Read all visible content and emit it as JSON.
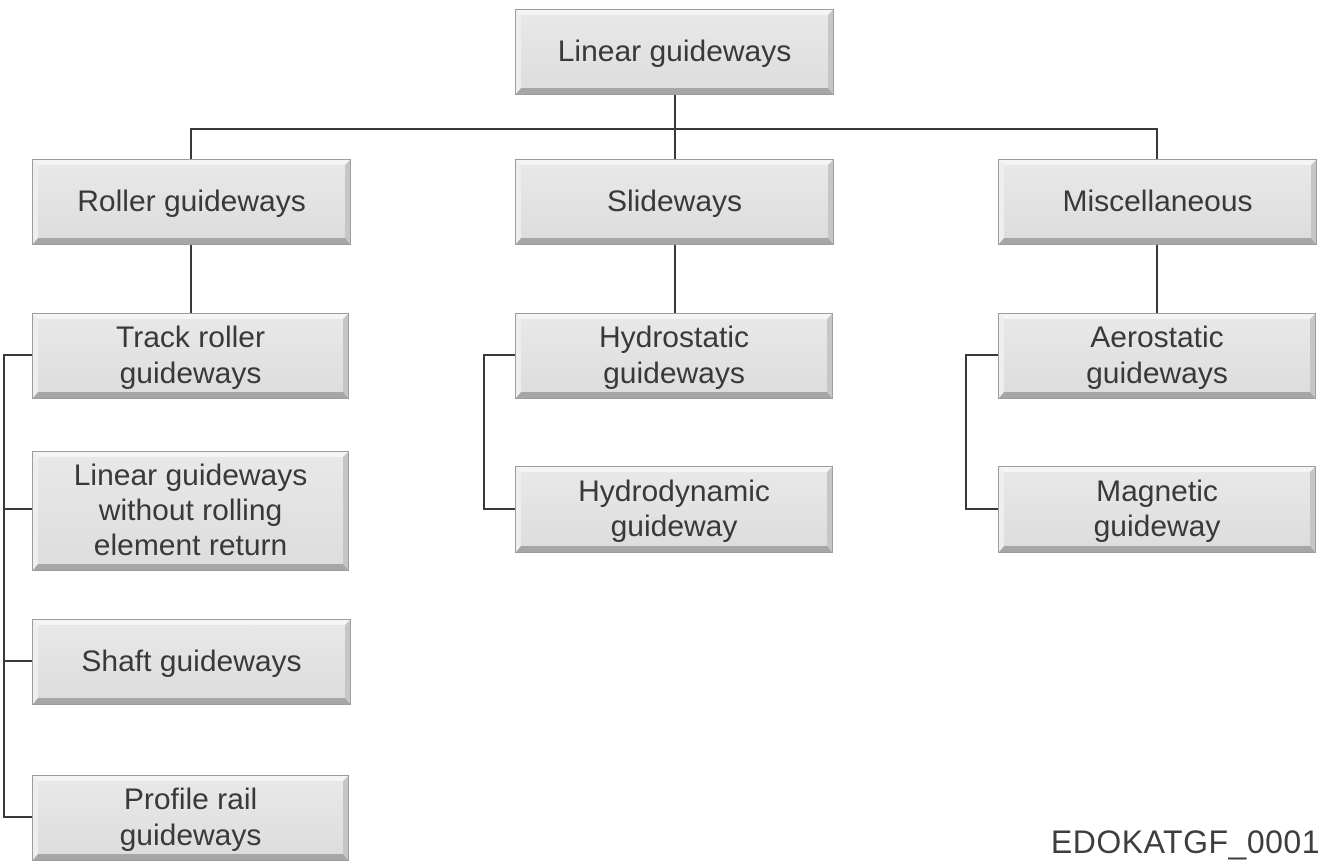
{
  "diagram": {
    "root": {
      "label": "Linear guideways"
    },
    "branches": [
      {
        "label": "Roller guideways",
        "children": [
          {
            "label": "Track roller guideways"
          },
          {
            "label": "Linear guideways without rolling element return"
          },
          {
            "label": "Shaft guideways"
          },
          {
            "label": "Profile rail guideways"
          }
        ]
      },
      {
        "label": "Slideways",
        "children": [
          {
            "label": "Hydrostatic guideways"
          },
          {
            "label": "Hydrodynamic guideway"
          }
        ]
      },
      {
        "label": "Miscellaneous",
        "children": [
          {
            "label": "Aerostatic guideways"
          },
          {
            "label": "Magnetic guideway"
          }
        ]
      }
    ],
    "figure_id": "EDOKATGF_0001",
    "colors": {
      "background": "#ffffff",
      "box_fill": "#e2e1e1",
      "box_bevel_light": "#f6f5f5",
      "box_bevel_dark": "#a7a6a6",
      "line": "#3a3939",
      "text": "#3a3939"
    }
  }
}
